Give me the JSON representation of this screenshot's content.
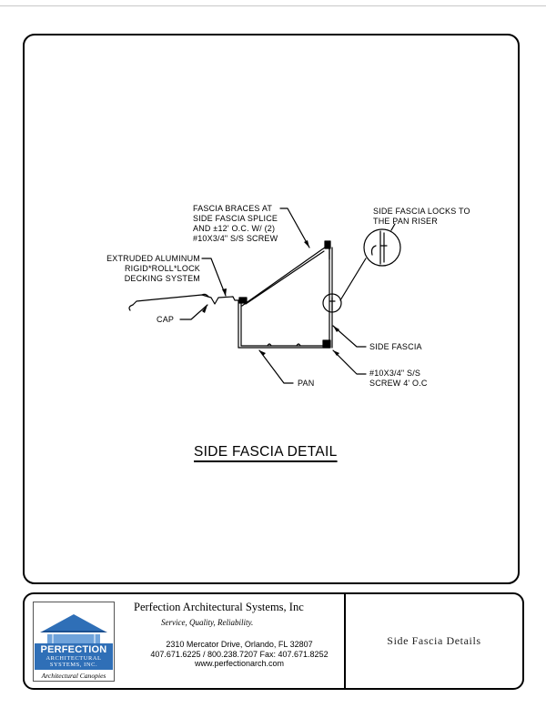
{
  "drawing": {
    "title": "SIDE FASCIA DETAIL",
    "callouts": {
      "fascia_braces": "FASCIA BRACES AT\nSIDE FASCIA SPLICE\nAND ±12' O.C. W/ (2)\n#10X3/4\" S/S SCREW",
      "side_fascia_locks": "SIDE FASCIA LOCKS TO\nTHE PAN RISER",
      "extruded": "EXTRUDED ALUMINUM\nRIGID*ROLL*LOCK\nDECKING SYSTEM",
      "cap": "CAP",
      "side_fascia": "SIDE FASCIA",
      "screw": "#10X3/4\" S/S\nSCREW 4' O.C",
      "pan": "PAN"
    }
  },
  "title_block": {
    "logo": {
      "brand": "PERFECTION",
      "sub_line1": "ARCHITECTURAL",
      "sub_line2": "SYSTEMS, INC.",
      "tagline": "Architectural Canopies",
      "band_color": "#2f6fb7"
    },
    "company": "Perfection Architectural Systems, Inc",
    "slogan": "Service, Quality, Reliability.",
    "address": "2310 Mercator Drive, Orlando, FL 32807",
    "phones": "407.671.6225 / 800.238.7207  Fax: 407.671.8252",
    "website": "www.perfectionarch.com",
    "sheet_title": "Side Fascia Details"
  }
}
